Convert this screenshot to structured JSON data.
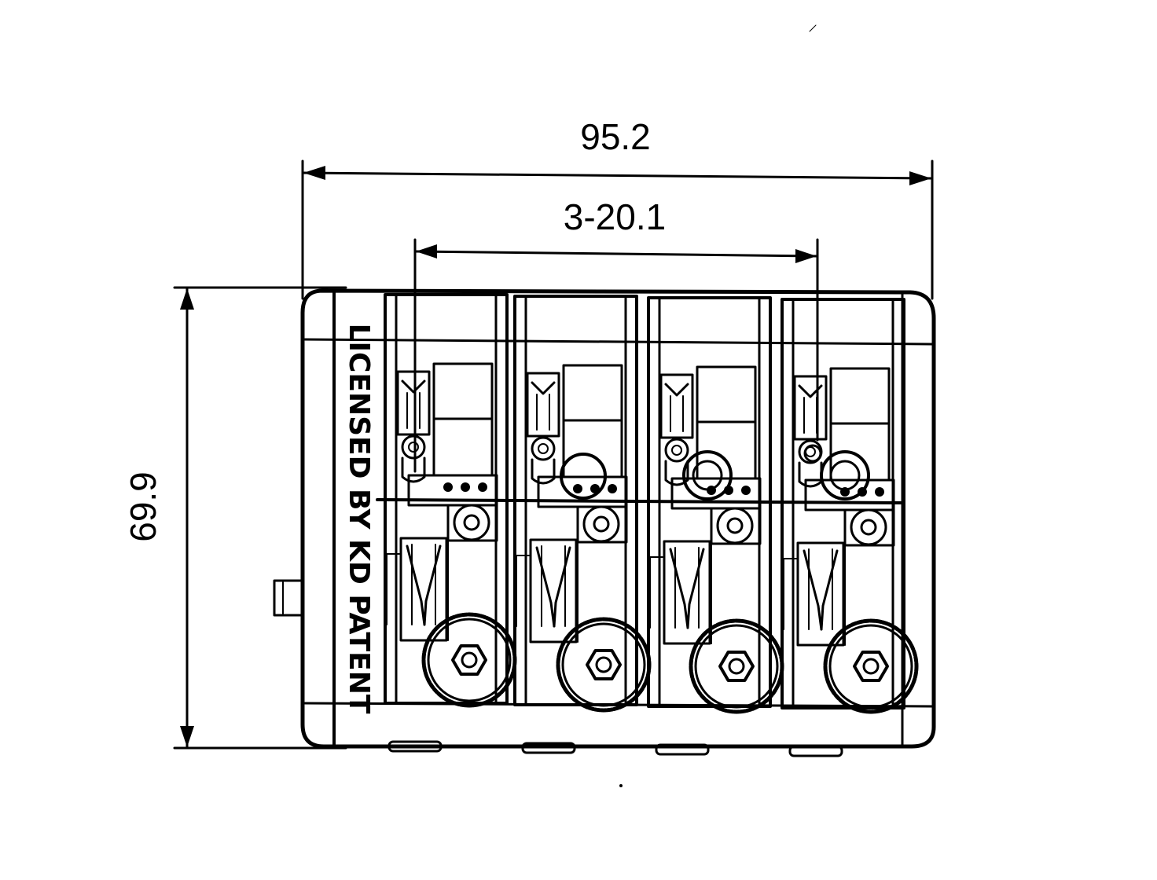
{
  "drawing": {
    "dimensions": {
      "overall_width": "95.2",
      "string_spacing": "3-20.1",
      "overall_depth": "69.9"
    },
    "stamp_text": "LICENSED BY KD PATENT",
    "saddle_count": 4
  }
}
